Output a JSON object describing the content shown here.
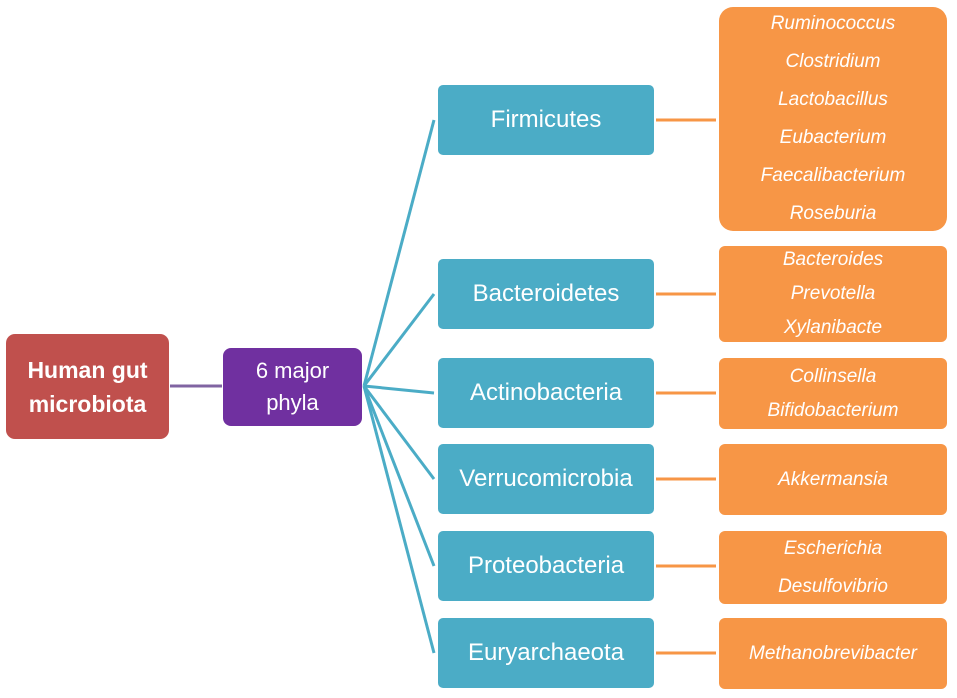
{
  "root": {
    "line1": "Human gut",
    "line2": "microbiota"
  },
  "middle": {
    "line1": "6 major",
    "line2": "phyla"
  },
  "colors": {
    "root": "#c0504d",
    "middle": "#7030a0",
    "phylum": "#4bacc6",
    "genera": "#f79646",
    "root_link": "#8064a2"
  },
  "phyla": [
    {
      "name": "Firmicutes",
      "genera": [
        "Ruminococcus",
        "Clostridium",
        "Lactobacillus",
        "Eubacterium",
        "Faecalibacterium",
        "Roseburia"
      ]
    },
    {
      "name": "Bacteroidetes",
      "genera": [
        "Bacteroides",
        "Prevotella",
        "Xylanibacte"
      ]
    },
    {
      "name": "Actinobacteria",
      "genera": [
        "Collinsella",
        "Bifidobacterium"
      ]
    },
    {
      "name": "Verrucomicrobia",
      "genera": [
        "Akkermansia"
      ]
    },
    {
      "name": "Proteobacteria",
      "genera": [
        "Escherichia",
        "Desulfovibrio"
      ]
    },
    {
      "name": "Euryarchaeota",
      "genera": [
        "Methanobrevibacter"
      ]
    }
  ]
}
